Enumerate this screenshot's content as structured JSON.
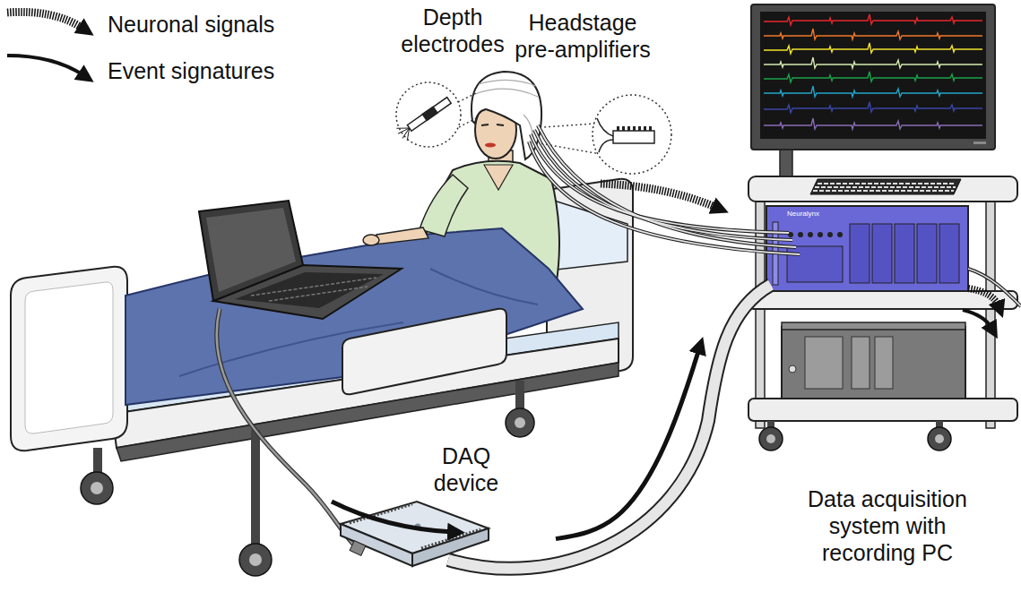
{
  "diagram": {
    "nodes": [
      {
        "text": [
          "Depth electrodes"
        ]
      },
      {
        "text": [
          "Headstage pre-amplifiers"
        ]
      },
      {
        "text": [
          "DAQ device"
        ]
      },
      {
        "text": [
          "Data acquisition system with recording PC"
        ]
      }
    ],
    "edges": [
      {
        "from": 2,
        "to": 3,
        "arrow": "to"
      }
    ],
    "labels": [
      "Neuralynx"
    ],
    "legend": [
      {
        "text": "Neuronal signals"
      },
      {
        "text": "Event signatures"
      }
    ]
  }
}
